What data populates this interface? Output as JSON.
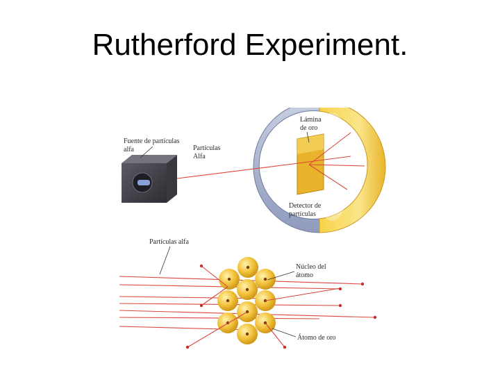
{
  "title": "Rutherford Experiment.",
  "diagram": {
    "labels": {
      "source": [
        "Fuente de partículas",
        "alfa"
      ],
      "alpha_particle": [
        "Partículas",
        "Alfa"
      ],
      "gold_foil": [
        "Lámina",
        "de oro"
      ],
      "detector": [
        "Detector de",
        "partículas"
      ],
      "alpha_particles": "Partículas alfa",
      "nucleus": [
        "Núcleo del",
        "átomo"
      ],
      "gold_atom": "Átomo de oro"
    },
    "colors": {
      "alpha_ray": "#d9473d",
      "gold": "#f2c23a",
      "screen_outer": "#a9b4cf",
      "source_box": "#4a4a52"
    }
  }
}
